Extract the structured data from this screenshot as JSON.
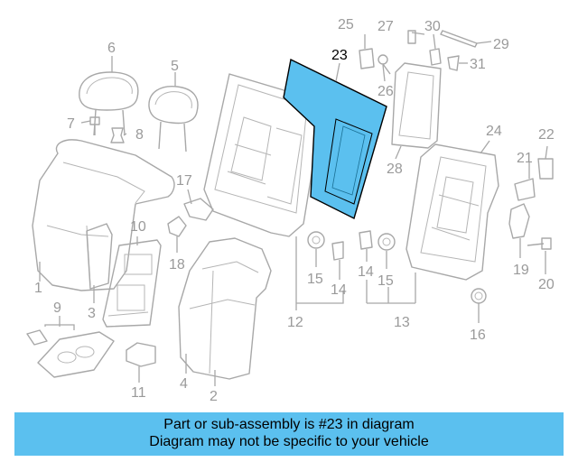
{
  "diagram": {
    "highlight_color": "#5bc0ef",
    "highlighted_part": "23",
    "labels": {
      "p1": "1",
      "p2": "2",
      "p3": "3",
      "p4": "4",
      "p5": "5",
      "p6": "6",
      "p7": "7",
      "p8": "8",
      "p9": "9",
      "p10": "10",
      "p11": "11",
      "p12": "12",
      "p13": "13",
      "p14a": "14",
      "p14b": "14",
      "p15a": "15",
      "p15b": "15",
      "p16": "16",
      "p17": "17",
      "p18": "18",
      "p19": "19",
      "p20": "20",
      "p21": "21",
      "p22": "22",
      "p23": "23",
      "p24": "24",
      "p25": "25",
      "p26": "26",
      "p27": "27",
      "p28": "28",
      "p29": "29",
      "p30": "30",
      "p31": "31"
    }
  },
  "banner": {
    "line1": "Part or sub-assembly is #23 in diagram",
    "line2": "Diagram may not be specific to your vehicle"
  }
}
